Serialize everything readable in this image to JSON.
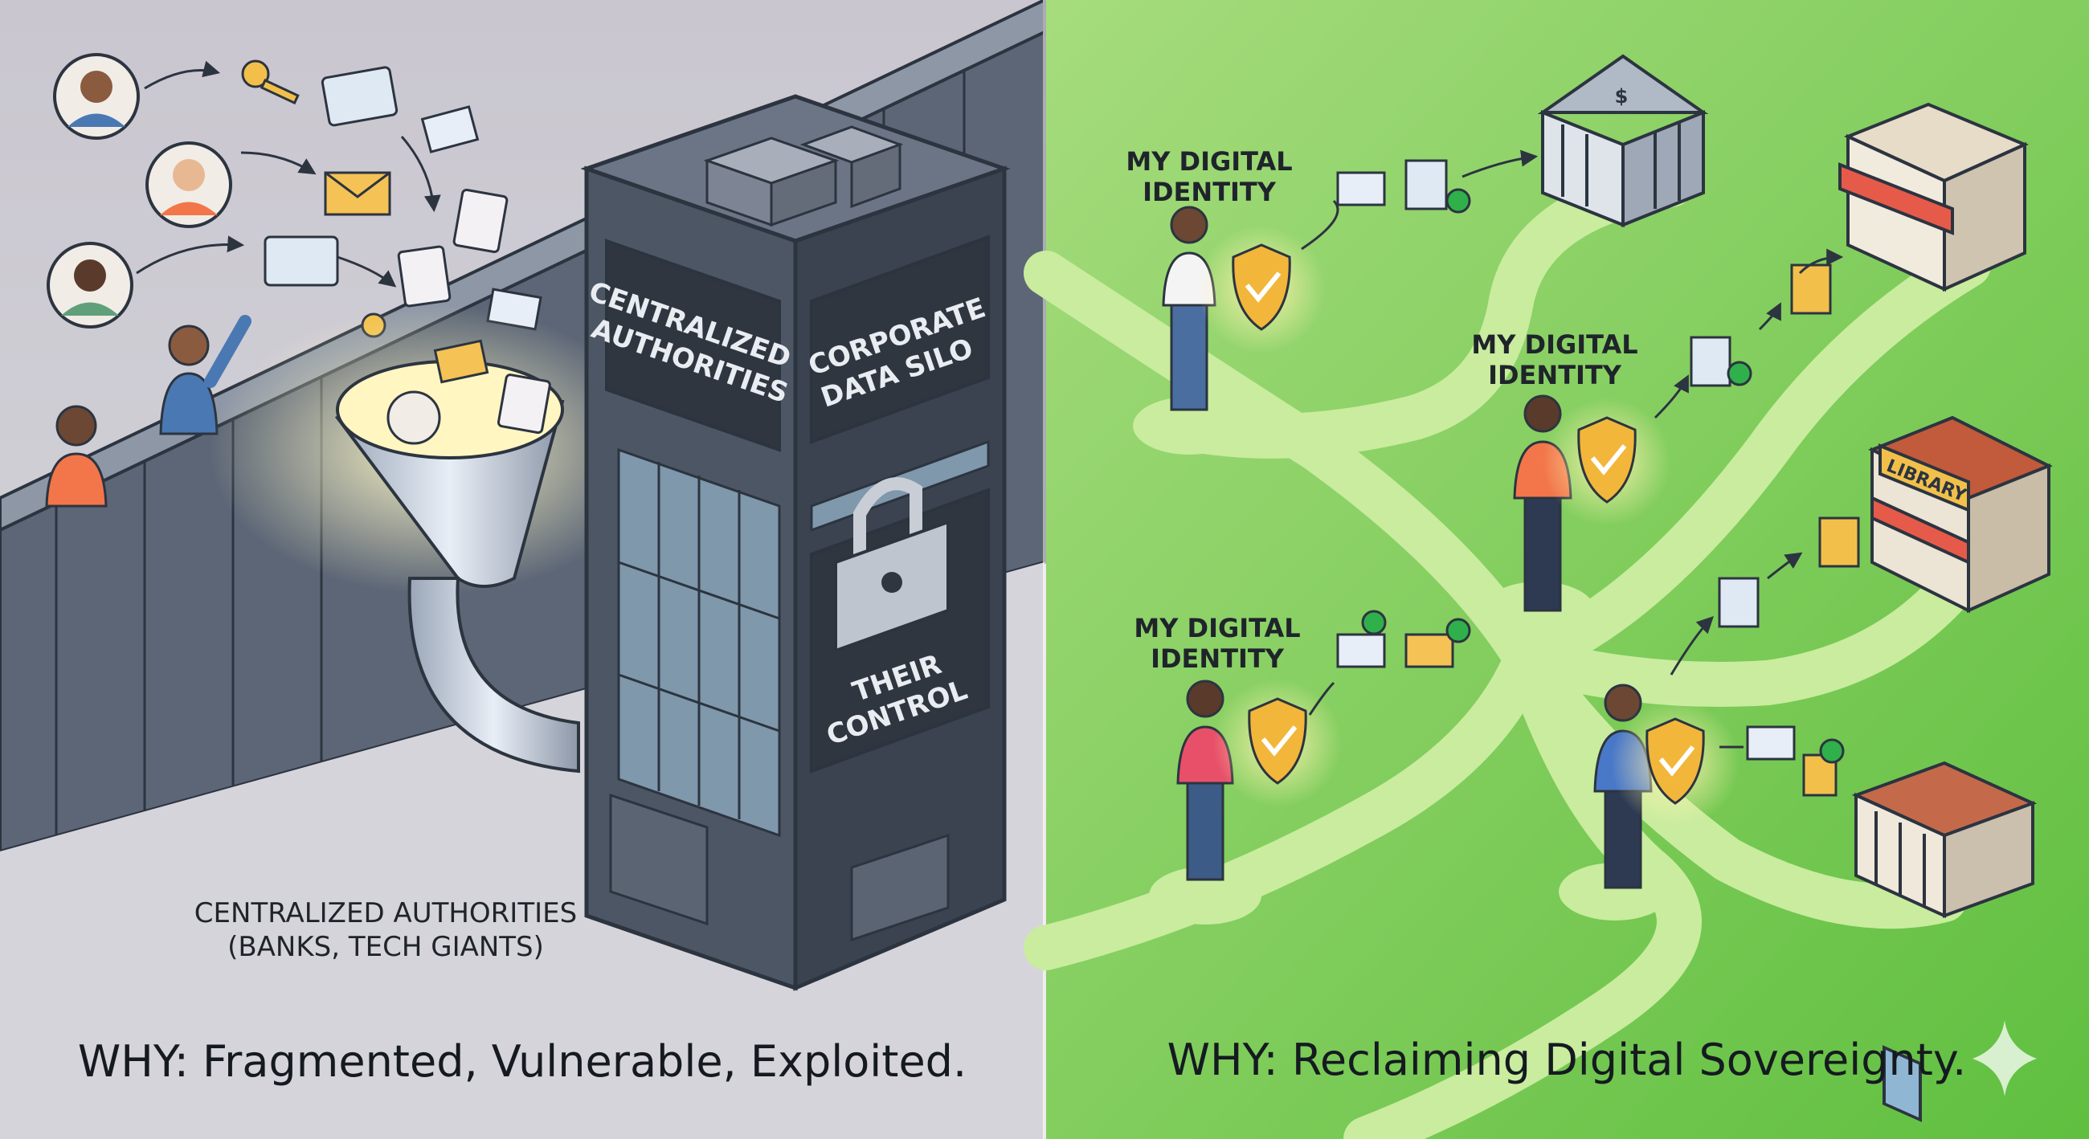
{
  "left_panel": {
    "tower_label_left": [
      "CENTRALIZED",
      "AUTHORITIES"
    ],
    "tower_label_right": [
      "CORPORATE",
      "DATA SILO"
    ],
    "lock_label": [
      "THEIR",
      "CONTROL"
    ],
    "caption": [
      "CENTRALIZED AUTHORITIES",
      "(BANKS, TECH GIANTS)"
    ],
    "headline": "WHY: Fragmented, Vulnerable, Exploited."
  },
  "right_panel": {
    "identity_label_1": [
      "MY DIGITAL",
      "IDENTITY"
    ],
    "identity_label_2": [
      "MY DIGITAL",
      "IDENTITY"
    ],
    "identity_label_3": [
      "MY DIGITAL",
      "IDENTITY"
    ],
    "library_sign": "LIBRARY",
    "headline": "WHY: Reclaiming Digital Sovereignty."
  },
  "colors": {
    "left_bg": "#cfcfd6",
    "right_bg": "#7fcf5a",
    "path": "#c9ec9e",
    "tower": "#4a5260",
    "shield": "#f2b63a",
    "check": "#2fb04a"
  }
}
